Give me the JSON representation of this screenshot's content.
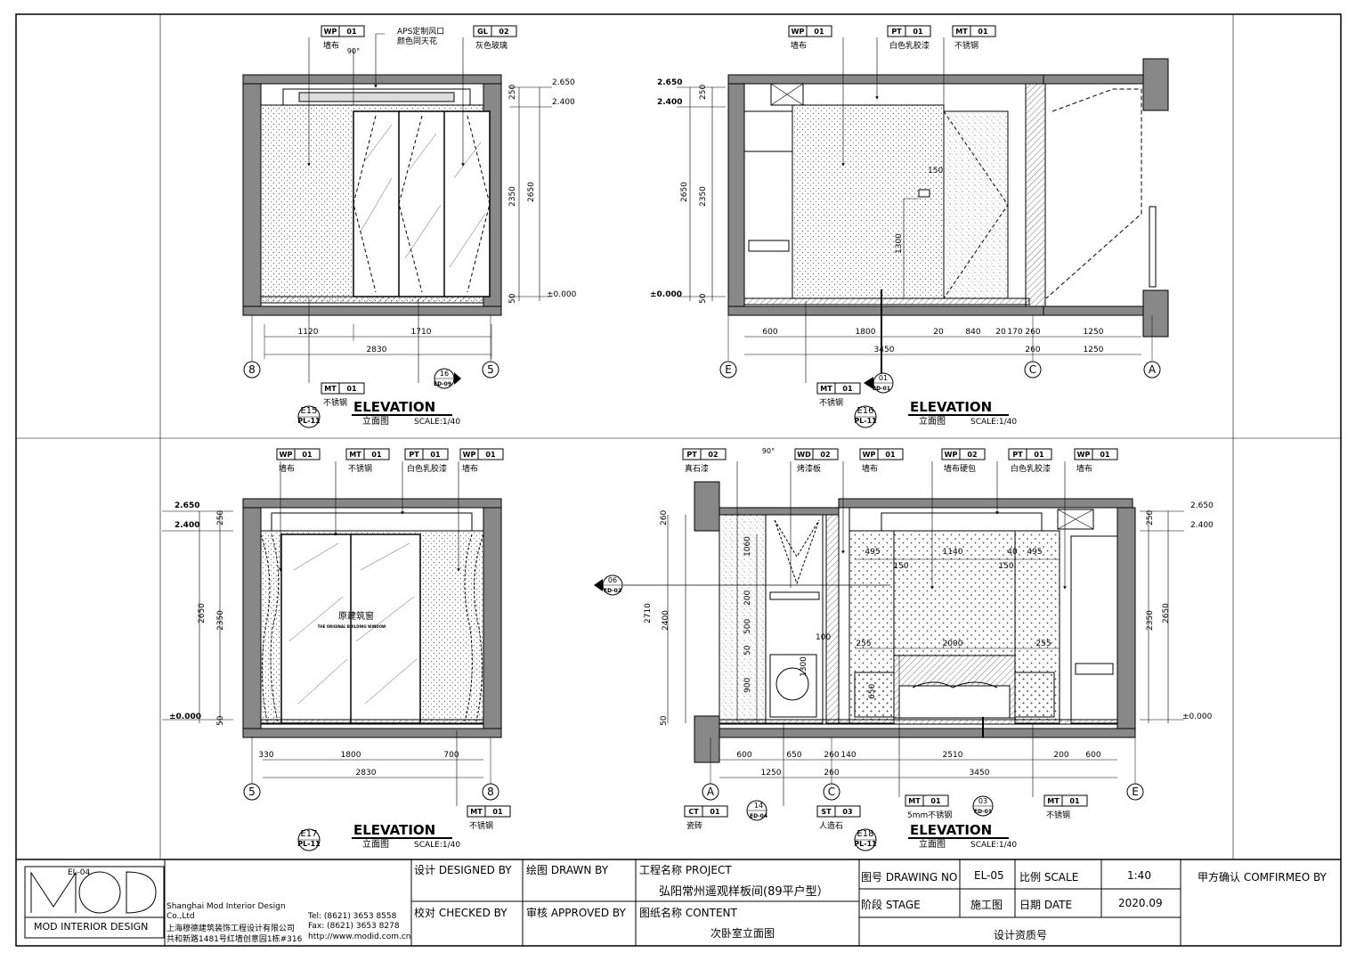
{
  "sheet_id": "EL-04",
  "elevations": [
    {
      "id": "E15",
      "ref": "PL-11",
      "title": "ELEVATION",
      "subtitle": "立面图",
      "scale": "SCALE:1/40",
      "tags": [
        {
          "code": "WP",
          "num": "01",
          "text": "墙布"
        },
        {
          "code": "",
          "num": "",
          "text": "APS定制风口"
        },
        {
          "code": "",
          "num": "",
          "text": "颜色同天花"
        },
        {
          "code": "GL",
          "num": "02",
          "text": "灰色玻璃"
        },
        {
          "code": "MT",
          "num": "01",
          "text": "不锈钢"
        }
      ],
      "levels": [
        "2.650",
        "2.400",
        "±0.000"
      ],
      "vdims": [
        "250",
        "2350",
        "2650",
        "50"
      ],
      "hdims": [
        "1120",
        "1710",
        "2830"
      ],
      "grid": [
        "8",
        "5"
      ],
      "section": {
        "num": "16",
        "ref": "ED-09"
      },
      "angle": "90°"
    },
    {
      "id": "E16",
      "ref": "PL-11",
      "title": "ELEVATION",
      "subtitle": "立面图",
      "scale": "SCALE:1/40",
      "tags": [
        {
          "code": "WP",
          "num": "01",
          "text": "墙布"
        },
        {
          "code": "PT",
          "num": "01",
          "text": "白色乳胶漆"
        },
        {
          "code": "MT",
          "num": "01",
          "text": "不锈钢"
        },
        {
          "code": "MT",
          "num": "01",
          "text": "不锈钢"
        }
      ],
      "levels": [
        "2.650",
        "2.400",
        "±0.000"
      ],
      "vdims": [
        "250",
        "2350",
        "2650",
        "50",
        "1300",
        "150"
      ],
      "hdims": [
        "600",
        "1800",
        "20",
        "840",
        "20",
        "170",
        "260",
        "1250",
        "3450",
        "260",
        "1250"
      ],
      "grid": [
        "E",
        "C",
        "A"
      ],
      "section": {
        "num": "01",
        "ref": "ED-01"
      }
    },
    {
      "id": "E17",
      "ref": "PL-11",
      "title": "ELEVATION",
      "subtitle": "立面图",
      "scale": "SCALE:1/40",
      "tags": [
        {
          "code": "WP",
          "num": "01",
          "text": "墙布"
        },
        {
          "code": "MT",
          "num": "01",
          "text": "不锈钢"
        },
        {
          "code": "PT",
          "num": "01",
          "text": "白色乳胶漆"
        },
        {
          "code": "WP",
          "num": "01",
          "text": "墙布"
        },
        {
          "code": "MT",
          "num": "01",
          "text": "不锈钢"
        }
      ],
      "levels": [
        "2.650",
        "2.400",
        "±0.000"
      ],
      "vdims": [
        "250",
        "2350",
        "2650",
        "50"
      ],
      "hdims": [
        "330",
        "1800",
        "700",
        "2830"
      ],
      "grid": [
        "5",
        "8"
      ],
      "window_note": "原建筑窗",
      "window_note2": "THE ORIGINAL BUILDING WINDOW"
    },
    {
      "id": "E18",
      "ref": "PL-11",
      "title": "ELEVATION",
      "subtitle": "立面图",
      "scale": "SCALE:1/40",
      "tags": [
        {
          "code": "PT",
          "num": "02",
          "text": "真石漆"
        },
        {
          "code": "WD",
          "num": "02",
          "text": "烤漆板"
        },
        {
          "code": "WP",
          "num": "01",
          "text": "墙布"
        },
        {
          "code": "WP",
          "num": "02",
          "text": "墙布硬包"
        },
        {
          "code": "PT",
          "num": "01",
          "text": "白色乳胶漆"
        },
        {
          "code": "WP",
          "num": "01",
          "text": "墙布"
        },
        {
          "code": "CT",
          "num": "01",
          "text": "瓷砖"
        },
        {
          "code": "ST",
          "num": "03",
          "text": "人造石"
        },
        {
          "code": "MT",
          "num": "01",
          "text": "5mm不锈钢"
        },
        {
          "code": "MT",
          "num": "01",
          "text": "不锈钢"
        }
      ],
      "levels": [
        "2.650",
        "2.400",
        "±0.000"
      ],
      "vdims": [
        "260",
        "1060",
        "200",
        "500",
        "50",
        "900",
        "2400",
        "2710",
        "50",
        "100",
        "1300",
        "650",
        "250",
        "2350",
        "2650"
      ],
      "hdims": [
        "600",
        "650",
        "260",
        "140",
        "2510",
        "200",
        "600",
        "1250",
        "260",
        "3450",
        "495",
        "1140",
        "495",
        "40",
        "150",
        "150",
        "255",
        "2000",
        "255"
      ],
      "grid": [
        "A",
        "C",
        "E"
      ],
      "sections": [
        {
          "num": "06",
          "ref": "ED-02"
        },
        {
          "num": "14",
          "ref": "ED-04"
        },
        {
          "num": "03",
          "ref": "ED-01"
        }
      ],
      "angle": "90°"
    }
  ],
  "title_block": {
    "logo_text": "MOD",
    "brand": "MOD INTERIOR DESIGN",
    "company_en": "Shanghai Mod Interior Design",
    "company_en2": "Co.,Ltd",
    "company_cn": "上海穆德建筑装饰工程设计有限公司",
    "address": "共和新路1481号红墙创意园1栋#316",
    "tel": "Tel: (8621) 3653 8558",
    "fax": "Fax: (8621) 3653 8278",
    "web": "http://www.modid.com.cn",
    "designed_by": "设计 DESIGNED BY",
    "drawn_by": "绘图 DRAWN BY",
    "checked_by": "校对 CHECKED BY",
    "approved_by": "审核 APPROVED BY",
    "project_label": "工程名称 PROJECT",
    "project": "弘阳常州遥观样板间(89平户型）",
    "content_label": "图纸名称 CONTENT",
    "content": "次卧室立面图",
    "drawing_no_label": "图号 DRAWING NO",
    "drawing_no": "EL-05",
    "scale_label": "比例 SCALE",
    "scale": "1:40",
    "stage_label": "阶段 STAGE",
    "stage": "施工图",
    "date_label": "日期 DATE",
    "date": "2020.09",
    "qualification": "设计资质号",
    "confirm": "甲方确认 COMFIRMEO BY"
  }
}
